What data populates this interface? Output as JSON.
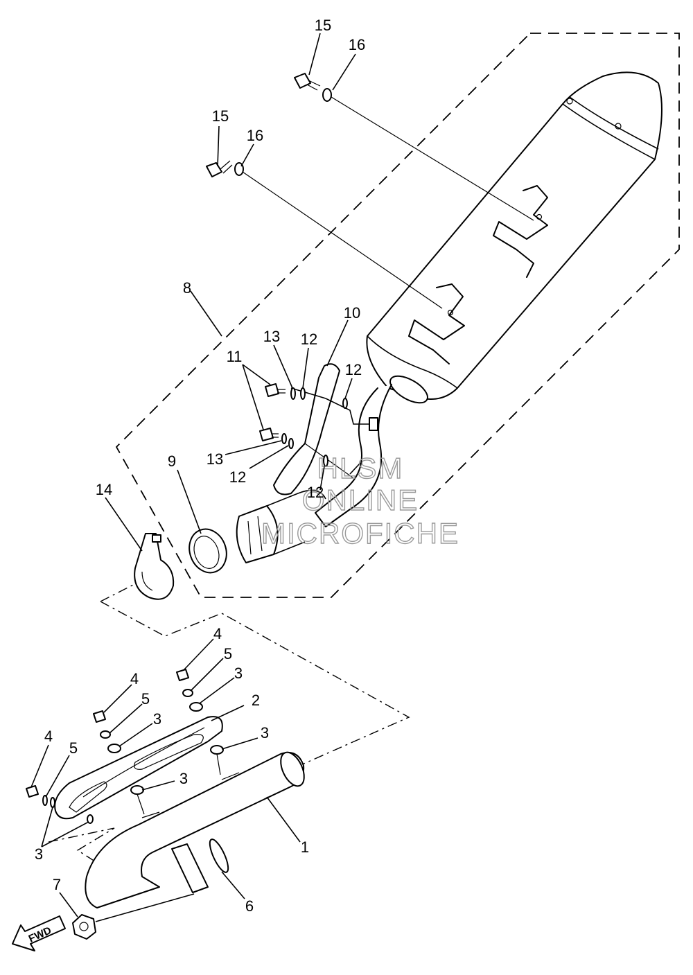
{
  "callouts": {
    "c15a": "15",
    "c16a": "16",
    "c15b": "15",
    "c16b": "16",
    "c8": "8",
    "c10": "10",
    "c13a": "13",
    "c12a": "12",
    "c11": "11",
    "c12b": "12",
    "c13b": "13",
    "c12c": "12",
    "c12d": "12",
    "c9": "9",
    "c14": "14",
    "c4a": "4",
    "c5a": "5",
    "c3a": "3",
    "c2": "2",
    "c3b": "3",
    "c4b": "4",
    "c5b": "5",
    "c3c": "3",
    "c3d": "3",
    "c4c": "4",
    "c5c": "5",
    "c1": "1",
    "c3e": "3",
    "c7": "7",
    "c6": "6"
  },
  "watermark": {
    "line1": "HLSM",
    "line2": "ONLINE",
    "line3": "MICROFICHE"
  },
  "fwd_label": "FWD",
  "colors": {
    "ink": "#000000",
    "watermark": "#9a9a9a",
    "paper": "#ffffff"
  }
}
